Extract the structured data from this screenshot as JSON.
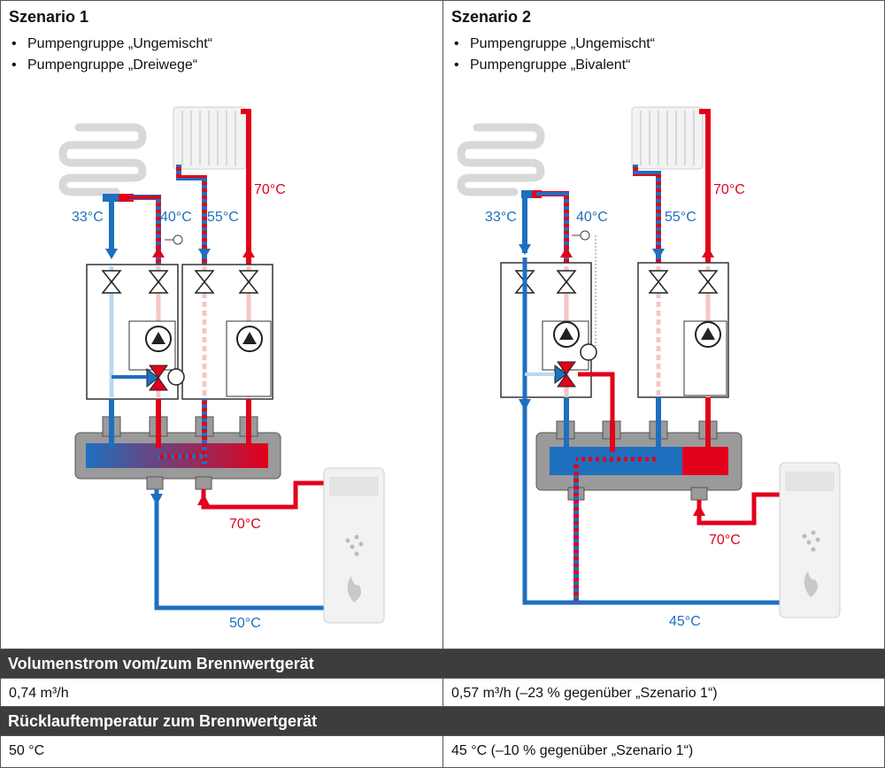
{
  "scenario1": {
    "title": "Szenario 1",
    "items": [
      "Pumpengruppe „Ungemischt“",
      "Pumpengruppe „Dreiwege“"
    ],
    "temps": {
      "t33": "33°C",
      "t40": "40°C",
      "t55": "55°C",
      "t70_top": "70°C",
      "t70_boiler": "70°C",
      "t50": "50°C"
    }
  },
  "scenario2": {
    "title": "Szenario 2",
    "items": [
      "Pumpengruppe „Ungemischt“",
      "Pumpengruppe „Bivalent“"
    ],
    "temps": {
      "t33": "33°C",
      "t40": "40°C",
      "t55": "55°C",
      "t70_top": "70°C",
      "t70_boiler": "70°C",
      "t45": "45°C"
    }
  },
  "table": {
    "row1_header": "Volumenstrom vom/zum Brennwertgerät",
    "row1_s1": "0,74 m³/h",
    "row1_s2": "0,57 m³/h (–23 % gegenüber „Szenario 1“)",
    "row2_header": "Rücklauftemperatur zum Brennwertgerät",
    "row2_s1": "50 °C",
    "row2_s2": "45 °C (–10 % gegenüber „Szenario 1“)"
  },
  "colors": {
    "hot": "#e2001a",
    "cold": "#1f6fbf",
    "light_cold": "#bcd8ee",
    "light_hot": "#f5c6c6",
    "header_bg": "#3d3d3d",
    "module_grey": "#9a9a9a"
  }
}
